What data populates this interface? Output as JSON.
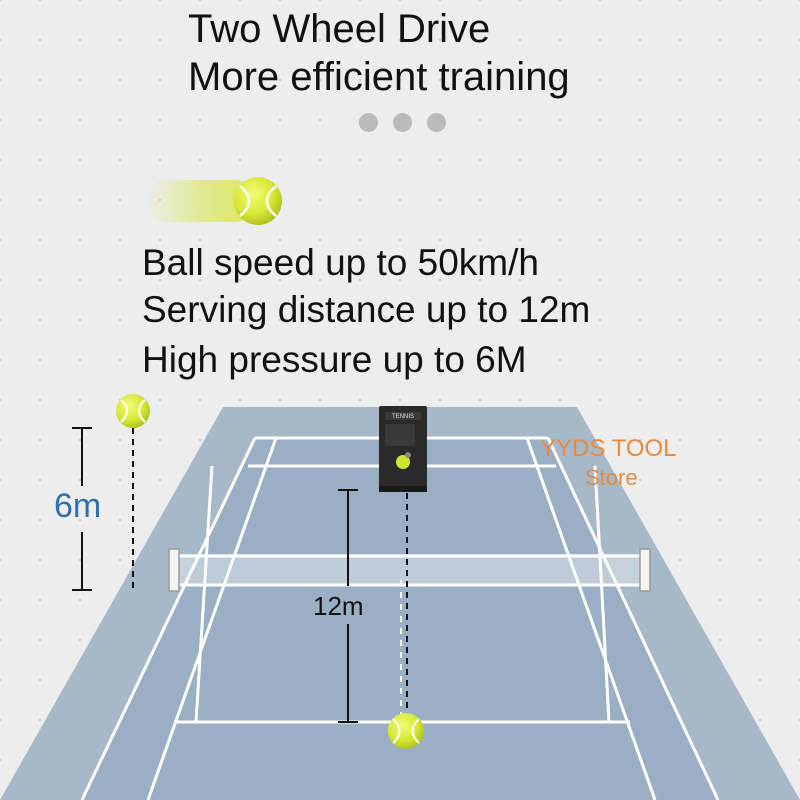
{
  "headline": {
    "line1": "Two Wheel Drive",
    "line2": "More efficient training"
  },
  "carousel_dots": 3,
  "specs": [
    "Ball speed up to 50km/h",
    "Serving distance up to 12m",
    "High pressure up to 6M"
  ],
  "diagram": {
    "height_label": "6m",
    "distance_label": "12m",
    "machine_brand": "TENNIS"
  },
  "watermark": {
    "line1": "YYDS TOOL",
    "line2": "Store"
  },
  "colors": {
    "background": "#ededed",
    "court": "#9bafc4",
    "court_surround": "#a7b8c8",
    "court_lines": "#ffffff",
    "ball": "#d1e533",
    "height_label": "#2e6fb0",
    "watermark": "#e8893f"
  }
}
